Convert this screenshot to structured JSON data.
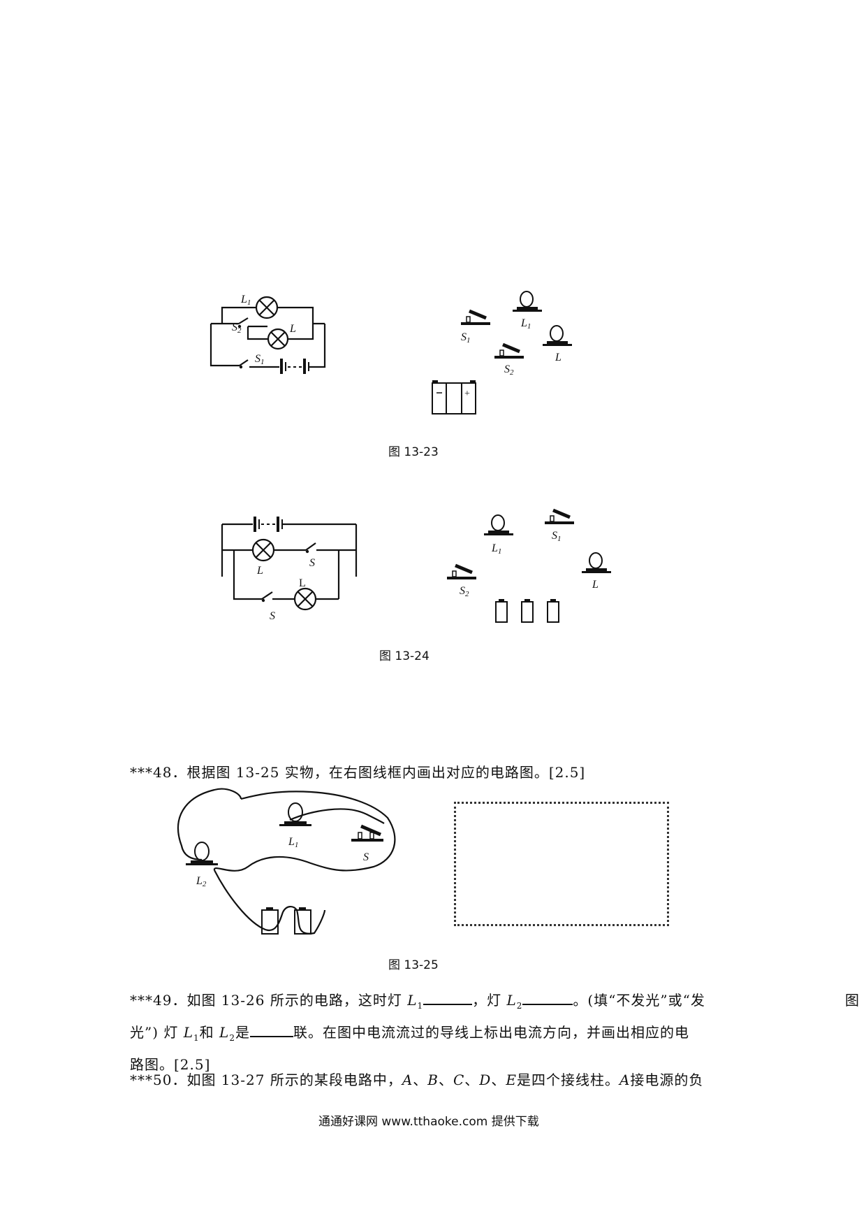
{
  "figures": {
    "f23": {
      "caption": "图 13-23",
      "schematic_labels": {
        "l1": "L",
        "l1_sub": "1",
        "l": "L",
        "s2": "S",
        "s2_sub": "2",
        "s1": "S",
        "s1_sub": "1"
      },
      "object_labels": {
        "s1": "S",
        "s1_sub": "1",
        "l1": "L",
        "l1_sub": "1",
        "l": "L",
        "s2": "S",
        "s2_sub": "2",
        "battery_sign": "+"
      }
    },
    "f24": {
      "caption": "图 13-24",
      "schematic_labels": {
        "l_top": "L",
        "s_top": "S",
        "l_bottom": "L",
        "s_bottom": "S"
      },
      "object_labels": {
        "l1": "L",
        "l1_sub": "1",
        "s1": "S",
        "s1_sub": "1",
        "s2": "S",
        "s2_sub": "2",
        "l": "L"
      }
    },
    "f25": {
      "caption": "图 13-25",
      "object_labels": {
        "l1": "L",
        "l1_sub": "1",
        "l2": "L",
        "l2_sub": "2",
        "s": "S"
      }
    }
  },
  "questions": {
    "q48": {
      "text": "***48．根据图 13-25 实物，在右图线框内画出对应的电路图。[2.5]"
    },
    "q49": {
      "p1": "***49．如图 13-26 所示的电路，这时灯 ",
      "l1": "L",
      "l1_sub": "1",
      "p2": "，灯 ",
      "l2": "L",
      "l2_sub": "2",
      "p3": "。(填“不发光”或“发",
      "p4": "光”) 灯 ",
      "p5": "和 ",
      "p6": "是",
      "p7": "联。在图中电流流过的导线上标出电流方向，并画出相应的电",
      "p8": "路图。[2.5]"
    },
    "q50": {
      "p1": "***50．如图 13-27 所示的某段电路中，",
      "a": "A",
      "b": "B",
      "c": "C",
      "d": "D",
      "e": "E",
      "p2": "是四个接线柱。",
      "p3": "接电源的负"
    }
  },
  "margin_char": "图",
  "footer": "通通好课网  www.tthaoke.com  提供下载"
}
